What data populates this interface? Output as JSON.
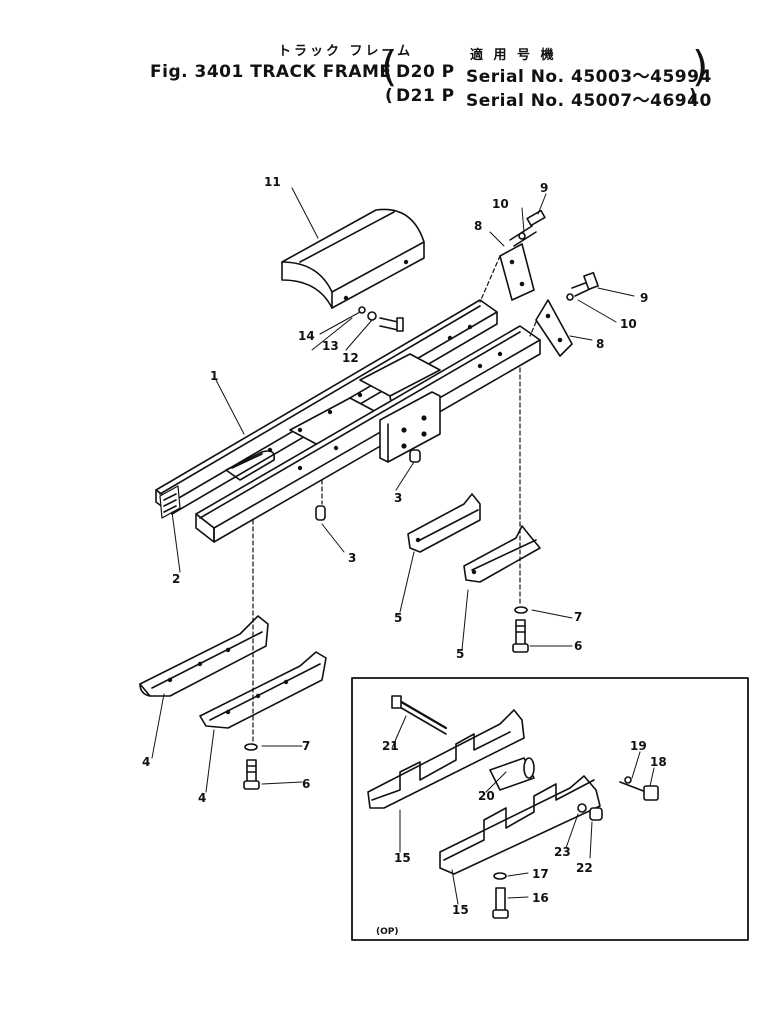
{
  "header": {
    "jp_title": "トラック フレーム",
    "jp_applicable": "適 用 号 機",
    "fig_label": "Fig. 3401  TRACK FRAME",
    "model_1": "D20 P",
    "serial_1": "Serial No. 45003～45994",
    "model_2": "D21 P",
    "serial_2": "Serial No. 45007～46940"
  },
  "parts": {
    "p1": "1",
    "p2": "2",
    "p3a": "3",
    "p3b": "3",
    "p4a": "4",
    "p4b": "4",
    "p5a": "5",
    "p5b": "5",
    "p6a": "6",
    "p6b": "6",
    "p7a": "7",
    "p7b": "7",
    "p8a": "8",
    "p8b": "8",
    "p9a": "9",
    "p9b": "9",
    "p10a": "10",
    "p10b": "10",
    "p11": "11",
    "p12": "12",
    "p13": "13",
    "p14": "14",
    "p15a": "15",
    "p15b": "15",
    "p16": "16",
    "p17": "17",
    "p18": "18",
    "p19": "19",
    "p20": "20",
    "p21": "21",
    "p22": "22",
    "p23": "23"
  },
  "inset_note": "(OP)"
}
